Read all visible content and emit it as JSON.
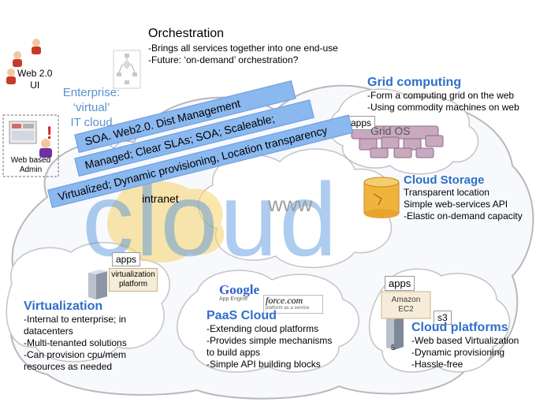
{
  "big_word": "cloud",
  "www": "www",
  "intranet": "intranet",
  "web20": {
    "line1": "Web 2.0",
    "line2": "UI"
  },
  "admin": {
    "line1": "Web based",
    "line2": "Admin"
  },
  "enterprise": {
    "line1": "Enterprise:",
    "line2": "‘virtual’",
    "line3": "IT cloud"
  },
  "orchestration": {
    "title": "Orchestration",
    "items": [
      "-Brings all services together into one end-use",
      "-Future: ‘on-demand’ orchestration?"
    ]
  },
  "grid": {
    "title": "Grid computing",
    "items": [
      "-Form a computing grid on the web",
      "-Using commodity machines on web"
    ],
    "apps": "apps",
    "os": "Grid OS"
  },
  "bands": [
    "SOA. Web2.0. Dist Management",
    "Managed; Clear SLAs; SOA; Scaleable;",
    "Virtualized;  Dynamic provisioning,  Location transparency"
  ],
  "storage": {
    "title": "Cloud Storage",
    "items": [
      "Transparent location",
      "Simple web-services API",
      "-Elastic on-demand capacity"
    ]
  },
  "virtualization": {
    "title": "Virtualization",
    "items": [
      "-Internal to enterprise; in",
      "datacenters",
      "-Multi-tenanted solutions",
      "-Can provision cpu/mem",
      "resources as needed"
    ],
    "apps": "apps",
    "platform": {
      "line1": "virtualization",
      "line2": "platform"
    }
  },
  "paas": {
    "title": "PaaS Cloud",
    "items": [
      "-Extending cloud platforms",
      "-Provides simple mechanisms",
      "to build apps",
      "-Simple API building blocks"
    ],
    "logo1": "Google",
    "logo1_sub": "App Engine",
    "logo2": "force.com",
    "logo2_sub": "platform as a service"
  },
  "platforms": {
    "title": "Cloud platforms",
    "items": [
      "-Web based Virtualization",
      "-Dynamic provisioning",
      "-Hassle-free"
    ],
    "apps": "apps",
    "ec2": {
      "line1": "Amazon",
      "line2": "EC2"
    },
    "s3": "s3",
    "server_label": "5"
  },
  "colors": {
    "cloud_outline": "#b8b8b8",
    "cloud_fill": "#f7f9fd",
    "band": "#8ab8ef",
    "heading": "#2f6fc9",
    "big_word": "#4c8fdd",
    "intranet": "#f5d36a",
    "storage": "#f0b43c"
  }
}
